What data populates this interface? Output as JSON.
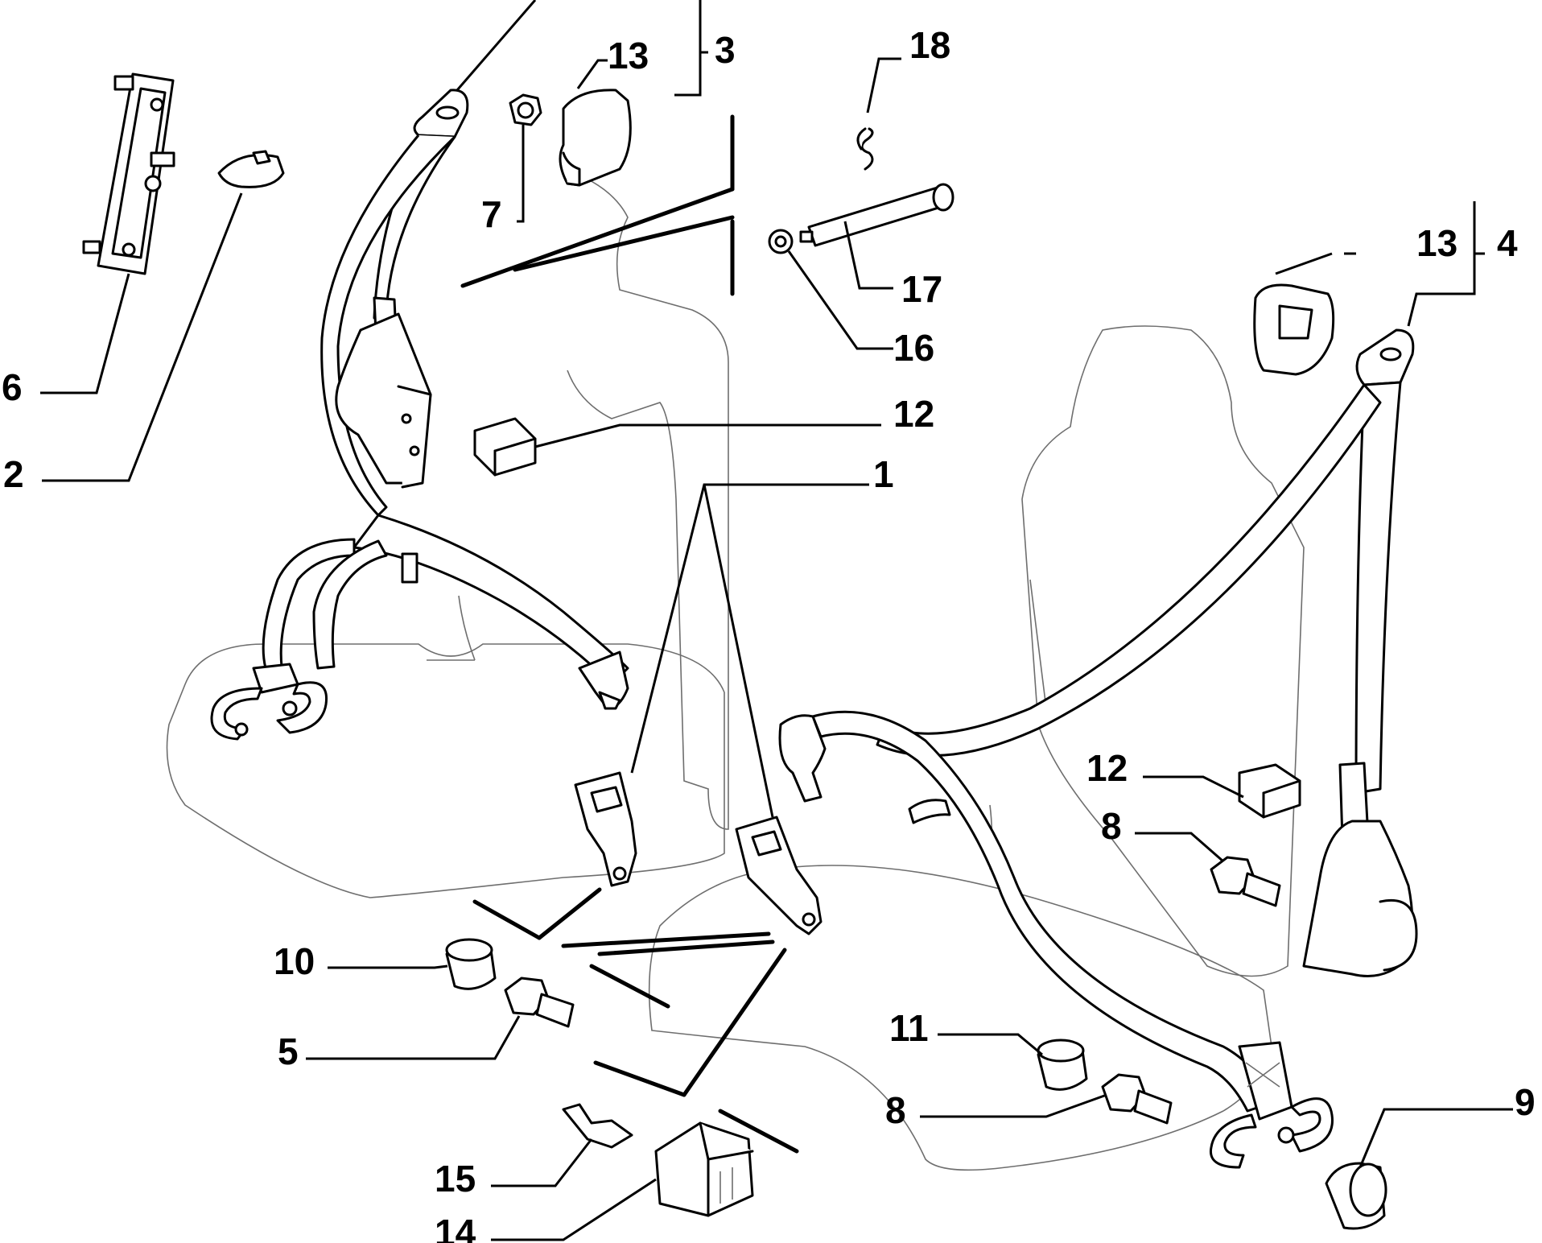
{
  "diagram": {
    "callouts": [
      {
        "id": "c1",
        "text": "1"
      },
      {
        "id": "c2",
        "text": "2"
      },
      {
        "id": "c3",
        "text": "3"
      },
      {
        "id": "c4",
        "text": "4"
      },
      {
        "id": "c5",
        "text": "5"
      },
      {
        "id": "c6",
        "text": "6"
      },
      {
        "id": "c7",
        "text": "7"
      },
      {
        "id": "c8a",
        "text": "8"
      },
      {
        "id": "c8b",
        "text": "8"
      },
      {
        "id": "c9",
        "text": "9"
      },
      {
        "id": "c10",
        "text": "10"
      },
      {
        "id": "c11",
        "text": "11"
      },
      {
        "id": "c12a",
        "text": "12"
      },
      {
        "id": "c12b",
        "text": "12"
      },
      {
        "id": "c13a",
        "text": "13"
      },
      {
        "id": "c13b",
        "text": "13"
      },
      {
        "id": "c14",
        "text": "14"
      },
      {
        "id": "c15",
        "text": "15"
      },
      {
        "id": "c16",
        "text": "16"
      },
      {
        "id": "c17",
        "text": "17"
      },
      {
        "id": "c18",
        "text": "18"
      }
    ]
  }
}
